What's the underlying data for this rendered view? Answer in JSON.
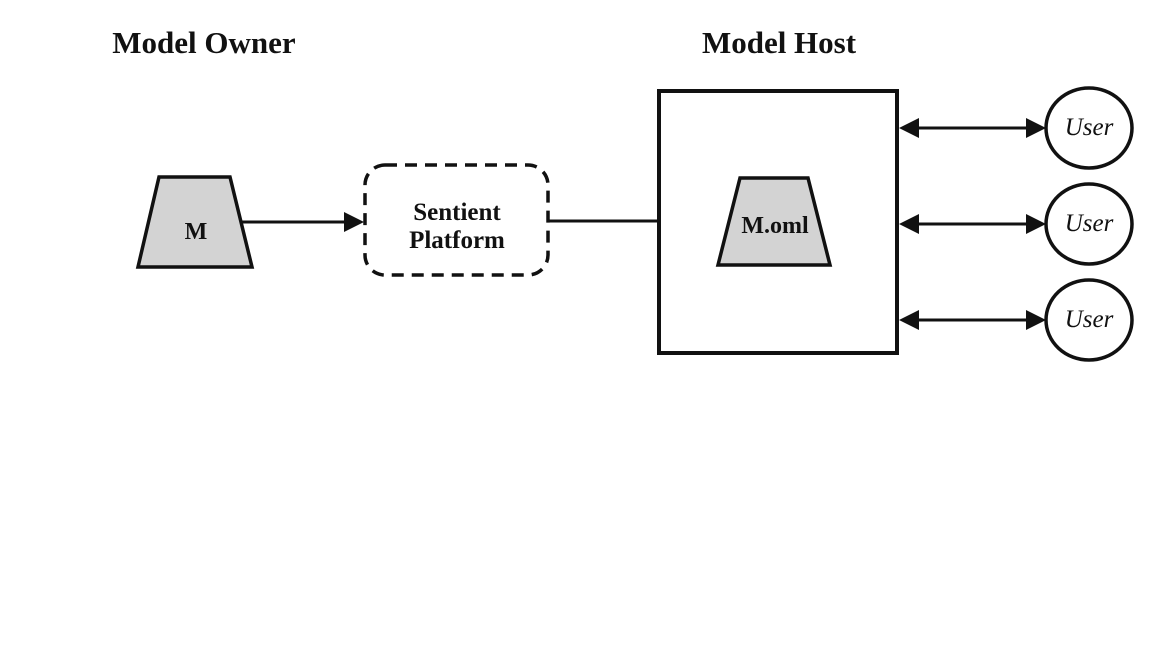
{
  "page": {
    "background": "#ffffff"
  },
  "diagram": {
    "colors": {
      "stroke": "#111111",
      "node_fill": "#d3d3d3",
      "shape_fill": "#ffffff"
    },
    "model_owner": {
      "title": "Model Owner",
      "model_label": "M"
    },
    "platform": {
      "line1": "Sentient",
      "line2": "Platform"
    },
    "model_host": {
      "title": "Model Host",
      "model_label": "M.oml"
    },
    "users": [
      {
        "label": "User"
      },
      {
        "label": "User"
      },
      {
        "label": "User"
      }
    ]
  }
}
